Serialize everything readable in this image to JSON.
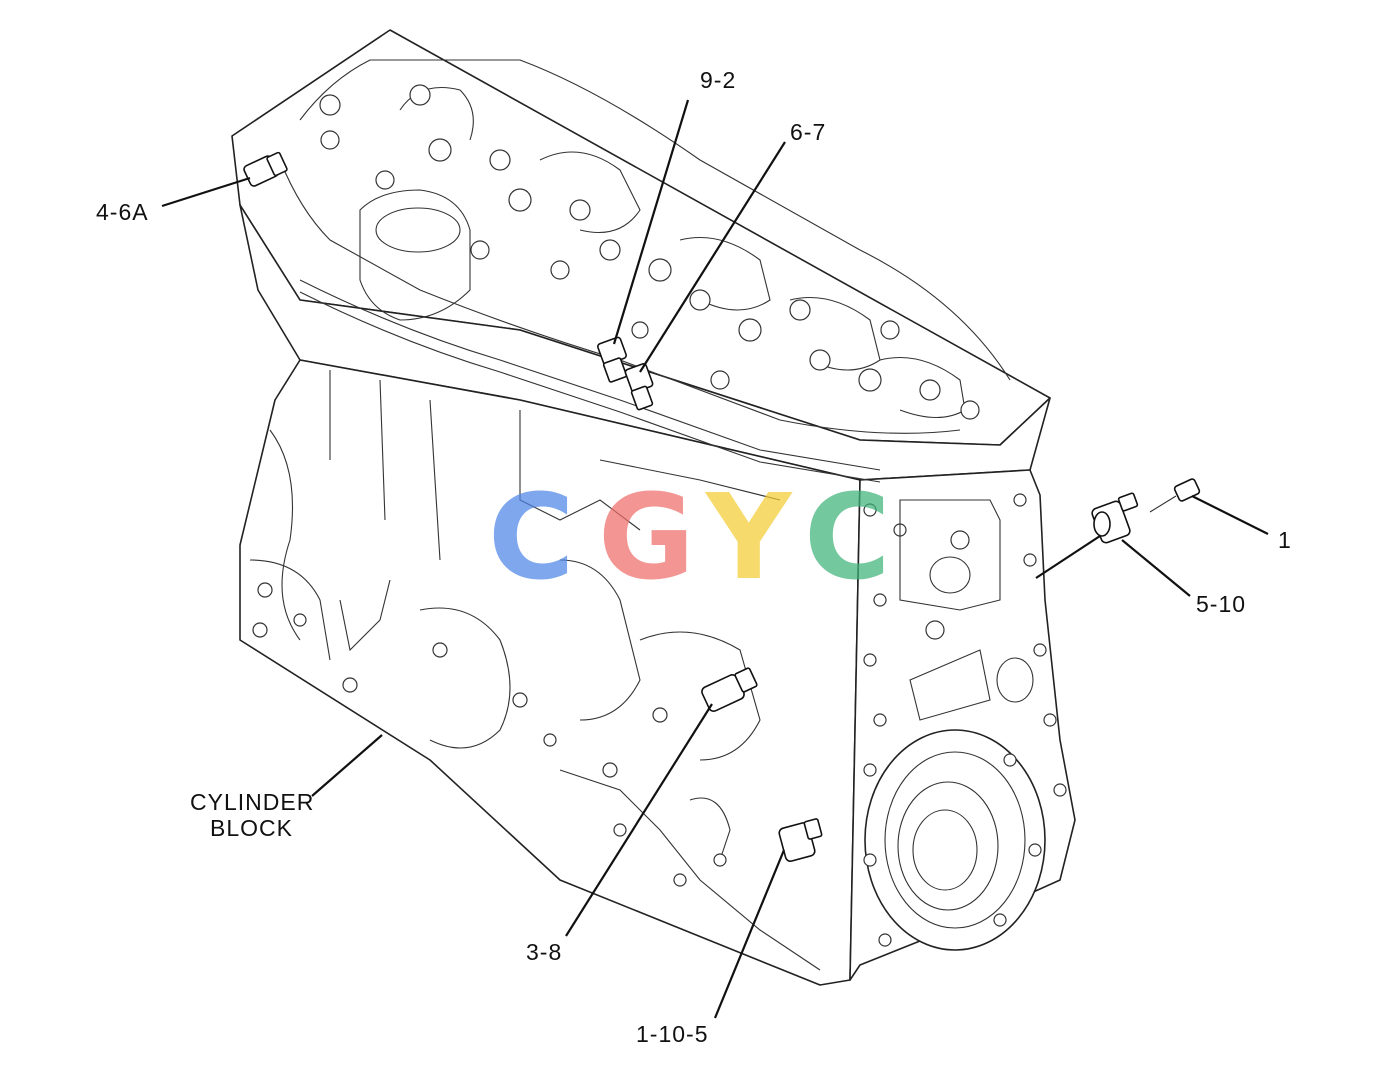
{
  "labels": {
    "part_9_2": "9-2",
    "part_6_7": "6-7",
    "part_4_6a": "4-6A",
    "part_1": "1",
    "part_5_10": "5-10",
    "part_3_8": "3-8",
    "part_1_10_5": "1-10-5",
    "cylinder_block_line1": "CYLINDER",
    "cylinder_block_line2": "BLOCK"
  },
  "watermark": {
    "letters": [
      "C",
      "G",
      "Y",
      "C"
    ],
    "colors": [
      "#4f86e8",
      "#ef6f6a",
      "#f3cc33",
      "#3fb37a"
    ]
  },
  "colors": {
    "line": "#111111",
    "background": "#ffffff"
  }
}
